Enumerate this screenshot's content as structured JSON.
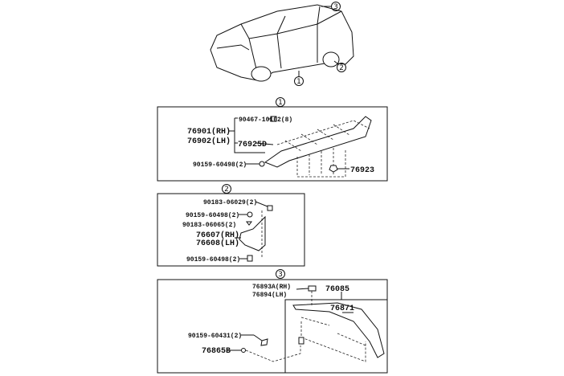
{
  "overview": {
    "callouts": [
      "1",
      "2",
      "3"
    ]
  },
  "group1": {
    "callout": "1",
    "labels": {
      "clip": "90467-10162(8)",
      "rh": "76901(RH)",
      "lh": "76902(LH)",
      "moulding": "76925D",
      "screw": "90159-60498(2)",
      "nut": "76923"
    }
  },
  "group2": {
    "callout": "2",
    "labels": {
      "clip1": "90183-06029(2)",
      "screw1": "90159-60498(2)",
      "clip2": "90183-06065(2)",
      "rh": "76607(RH)",
      "lh": "76608(LH)",
      "screw2": "90159-60498(2)"
    }
  },
  "group3": {
    "callout": "3",
    "labels": {
      "rh": "76893A(RH)",
      "lh": "76894(LH)",
      "spoiler": "76085",
      "sub": "76871",
      "screw": "90159-60431(2)",
      "cap": "76865B"
    }
  }
}
